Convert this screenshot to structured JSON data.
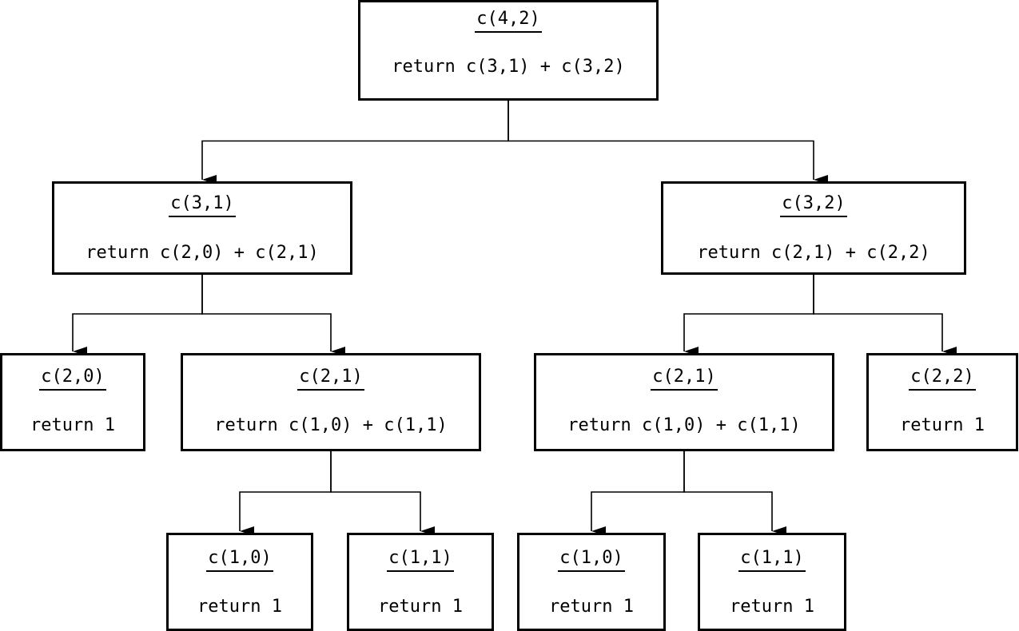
{
  "nodes": {
    "c42": {
      "call": "c(4,2)",
      "body": "return c(3,1) + c(3,2)"
    },
    "c31": {
      "call": "c(3,1)",
      "body": "return c(2,0) + c(2,1)"
    },
    "c32": {
      "call": "c(3,2)",
      "body": "return c(2,1) + c(2,2)"
    },
    "c20": {
      "call": "c(2,0)",
      "body": "return 1"
    },
    "c21a": {
      "call": "c(2,1)",
      "body": "return c(1,0) + c(1,1)"
    },
    "c21b": {
      "call": "c(2,1)",
      "body": "return c(1,0) + c(1,1)"
    },
    "c22": {
      "call": "c(2,2)",
      "body": "return 1"
    },
    "c10a": {
      "call": "c(1,0)",
      "body": "return 1"
    },
    "c11a": {
      "call": "c(1,1)",
      "body": "return 1"
    },
    "c10b": {
      "call": "c(1,0)",
      "body": "return 1"
    },
    "c11b": {
      "call": "c(1,1)",
      "body": "return 1"
    }
  },
  "edges": [
    [
      "c42",
      "c31"
    ],
    [
      "c42",
      "c32"
    ],
    [
      "c31",
      "c20"
    ],
    [
      "c31",
      "c21a"
    ],
    [
      "c32",
      "c21b"
    ],
    [
      "c32",
      "c22"
    ],
    [
      "c21a",
      "c10a"
    ],
    [
      "c21a",
      "c11a"
    ],
    [
      "c21b",
      "c10b"
    ],
    [
      "c21b",
      "c11b"
    ]
  ]
}
